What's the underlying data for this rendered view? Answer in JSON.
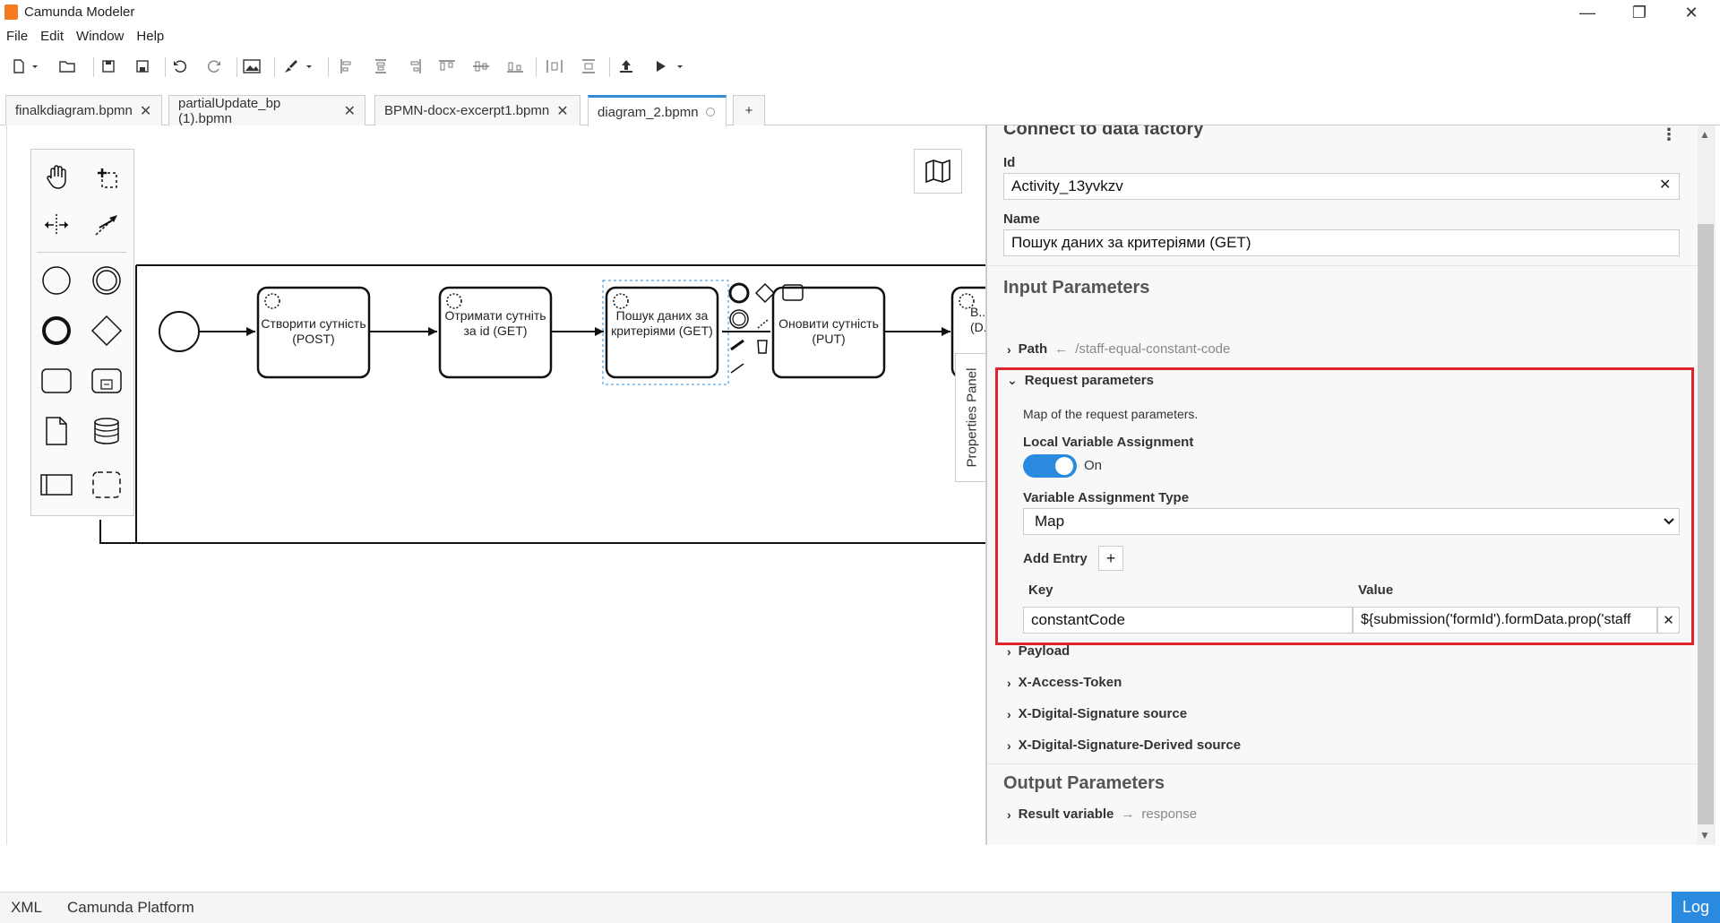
{
  "app": {
    "title": "Camunda Modeler"
  },
  "window": {
    "minimize": "—",
    "restore": "❐",
    "close": "✕"
  },
  "menu": [
    "File",
    "Edit",
    "Window",
    "Help"
  ],
  "tabs": [
    {
      "label": "finalkdiagram.bpmn",
      "close": "✕"
    },
    {
      "label": "partialUpdate_bp (1).bpmn",
      "close": "✕"
    },
    {
      "label": "BPMN-docx-excerpt1.bpmn",
      "close": "✕"
    },
    {
      "label": "diagram_2.bpmn",
      "active": true
    },
    {
      "label": "+"
    }
  ],
  "diagram": {
    "tasks": [
      {
        "label": "Створити сутність (POST)"
      },
      {
        "label": "Отримати сутніть за id (GET)"
      },
      {
        "label": "Пошук даних за критеріями (GET)"
      },
      {
        "label": "Оновити сутність (PUT)"
      },
      {
        "label": "В... (D..."
      }
    ]
  },
  "properties_tab": "Properties Panel",
  "properties": {
    "header": "Connect to data factory",
    "id_label": "Id",
    "id_value": "Activity_13yvkzv",
    "name_label": "Name",
    "name_value": "Пошук даних за критеріями (GET)",
    "input_header": "Input Parameters",
    "path_label": "Path",
    "path_value": "/staff-equal-constant-code",
    "request_label": "Request parameters",
    "request_desc": "Map of the request parameters.",
    "local_var_label": "Local Variable Assignment",
    "toggle_state": "On",
    "var_type_label": "Variable Assignment Type",
    "var_type_value": "Map",
    "add_entry_label": "Add Entry",
    "add_entry_btn": "+",
    "key_header": "Key",
    "value_header": "Value",
    "entry_key": "constantCode",
    "entry_value": "${submission('formId').formData.prop('staff",
    "payload_label": "Payload",
    "token_label": "X-Access-Token",
    "sig_label": "X-Digital-Signature source",
    "sig_derived_label": "X-Digital-Signature-Derived source",
    "output_header": "Output Parameters",
    "result_label": "Result variable",
    "result_value": "response"
  },
  "status": {
    "xml": "XML",
    "platform": "Camunda Platform",
    "log": "Log"
  },
  "colors": {
    "accent": "#2a8ae0",
    "highlight": "#e0242e",
    "tab_active": "#2f8bd6"
  }
}
